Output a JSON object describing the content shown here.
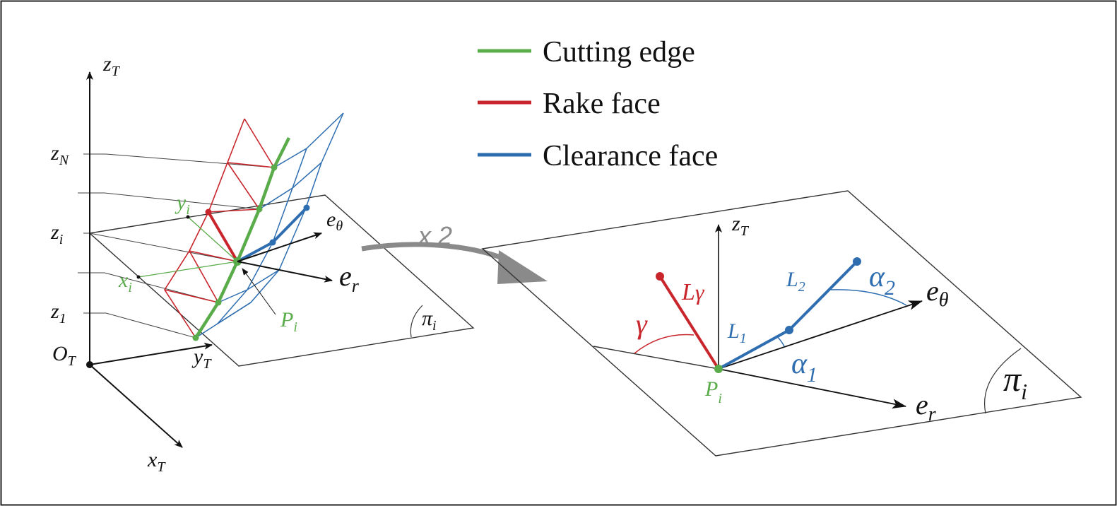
{
  "colors": {
    "cutting_edge": "#5aac4a",
    "rake_face": "#c8262c",
    "clearance_face": "#2d6db0",
    "axis": "#111111",
    "plane": "#333333",
    "arrow_gray": "#8a8a8a"
  },
  "legend": {
    "items": [
      {
        "label": "Cutting edge",
        "color_key": "cutting_edge"
      },
      {
        "label": "Rake face",
        "color_key": "rake_face"
      },
      {
        "label": "Clearance face",
        "color_key": "clearance_face"
      }
    ]
  },
  "left": {
    "axis_z": {
      "base": "z",
      "sub": "T"
    },
    "axis_y": {
      "base": "y",
      "sub": "T"
    },
    "axis_x": {
      "base": "x",
      "sub": "T"
    },
    "origin": {
      "base": "O",
      "sub": "T"
    },
    "level_N": {
      "base": "z",
      "sub": "N"
    },
    "level_i": {
      "base": "z",
      "sub": "i"
    },
    "level_1": {
      "base": "z",
      "sub": "1"
    },
    "x_i": {
      "base": "x",
      "sub": "i"
    },
    "y_i": {
      "base": "y",
      "sub": "i"
    },
    "e_theta": {
      "base": "e",
      "sub": "θ"
    },
    "e_r": {
      "base": "e",
      "sub": "r"
    },
    "P_i": {
      "base": "P",
      "sub": "i"
    },
    "pi_i": {
      "base": "π",
      "sub": "i"
    }
  },
  "transition": {
    "label": "x 2"
  },
  "right": {
    "axis_z": {
      "base": "z",
      "sub": "T"
    },
    "gamma": "γ",
    "L_gamma": {
      "base": "L",
      "sub": "γ"
    },
    "L_1": {
      "base": "L",
      "sub": "1"
    },
    "L_2": {
      "base": "L",
      "sub": "2"
    },
    "alpha_1": {
      "base": "α",
      "sub": "1"
    },
    "alpha_2": {
      "base": "α",
      "sub": "2"
    },
    "e_theta": {
      "base": "e",
      "sub": "θ"
    },
    "e_r": {
      "base": "e",
      "sub": "r"
    },
    "P_i": {
      "base": "P",
      "sub": "i"
    },
    "pi_i": {
      "base": "π",
      "sub": "i"
    }
  }
}
